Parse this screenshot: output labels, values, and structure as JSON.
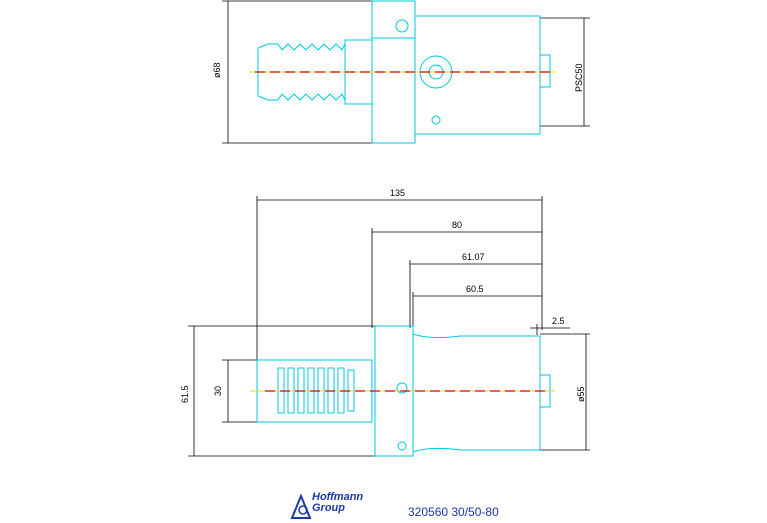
{
  "top_view": {
    "dim_diameter": "ø68",
    "dim_psc": "PSC50"
  },
  "side_view": {
    "dim_135": "135",
    "dim_80": "80",
    "dim_61_07": "61.07",
    "dim_60_5": "60.5",
    "dim_2_5": "2.5",
    "dim_55": "ø55",
    "dim_61_5": "61.5",
    "dim_30": "30"
  },
  "footer": {
    "logo_line1": "Hoffmann",
    "logo_line2": "Group",
    "part_code": "320560 30/50-80"
  },
  "colors": {
    "part_outline": "#00c8e0",
    "centerline_red": "#e00000",
    "centerline_yellow": "#e8e000",
    "logo_blue": "#1a3aa8"
  }
}
